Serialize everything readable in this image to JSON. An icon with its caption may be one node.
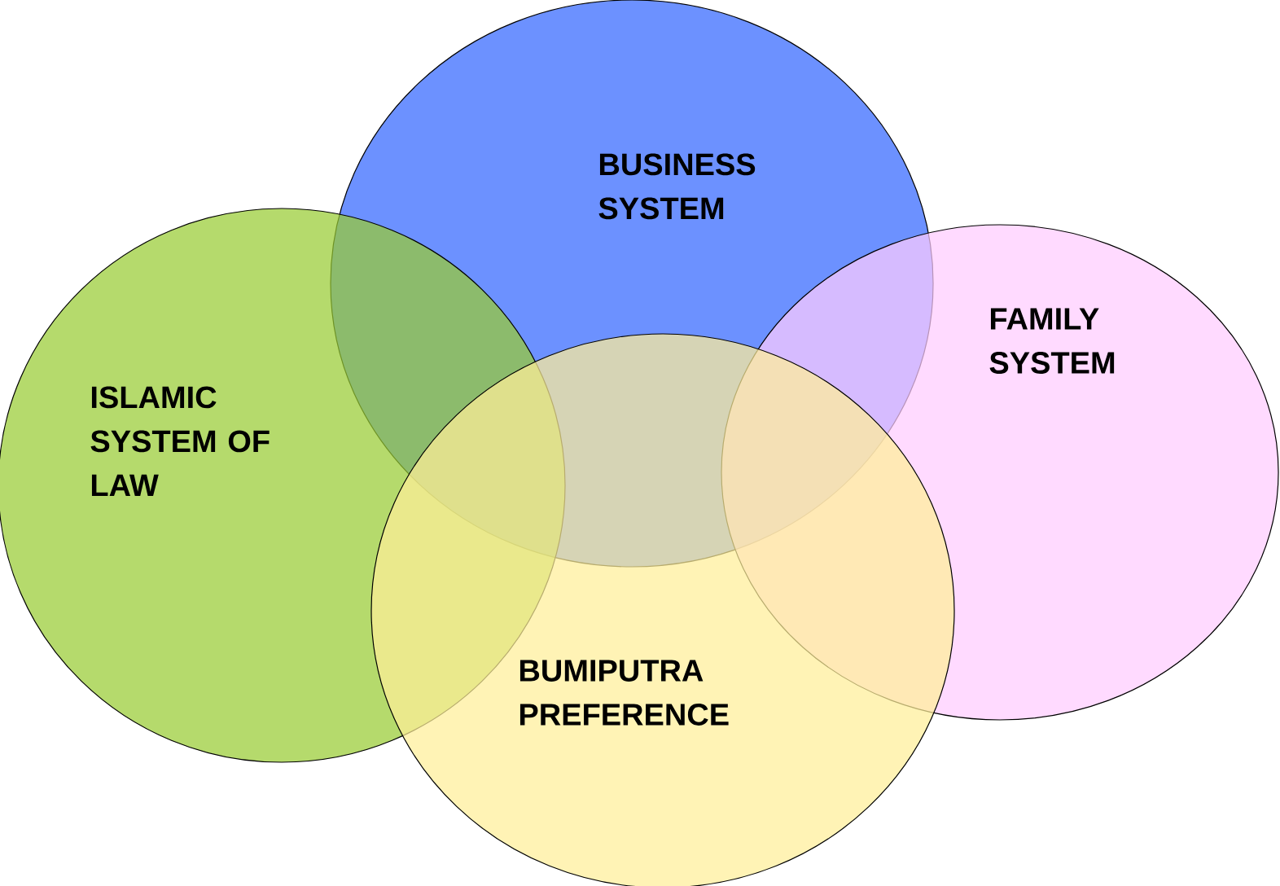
{
  "diagram": {
    "nodes": [
      {
        "text": [
          "BUSINESS SYSTEM"
        ]
      },
      {
        "text": [
          "FAMILY SYSTEM"
        ]
      },
      {
        "text": [
          "ISLAMIC SYSTEM OF LAW"
        ]
      },
      {
        "text": [
          "BUMIPUTRA PREFERENCE"
        ]
      }
    ]
  }
}
